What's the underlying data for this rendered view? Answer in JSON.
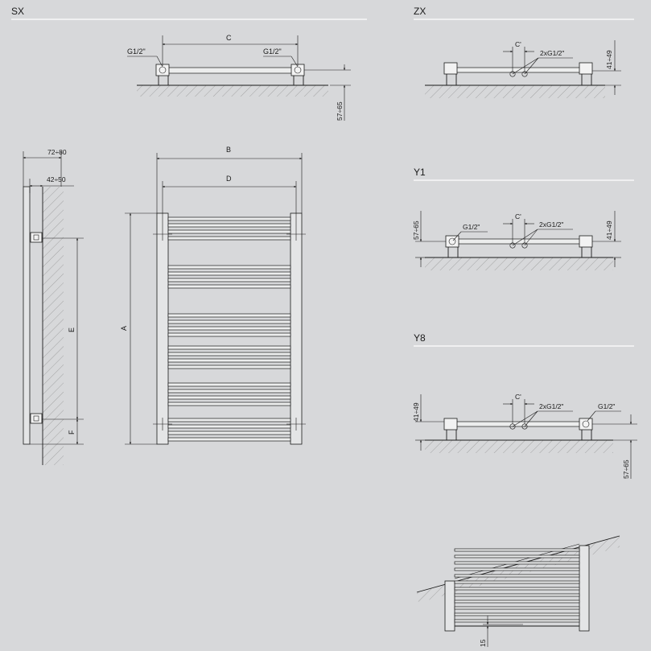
{
  "sections": {
    "sx": "SX",
    "zx": "ZX",
    "y1": "Y1",
    "y8": "Y8"
  },
  "labels": {
    "c": "C",
    "b": "B",
    "d": "D",
    "a": "A",
    "e": "E",
    "f": "F",
    "c_prime": "C'",
    "g12": "G1/2\"",
    "two_g12": "2xG1/2\"",
    "d_72_80": "72÷80",
    "d_42_50": "42÷50",
    "d_57_65": "57÷65",
    "d_41_49": "41÷49",
    "d_15": "15"
  },
  "colors": {
    "background": "#d7d8da",
    "lines": "#1a1a1a",
    "divider": "#ffffff"
  }
}
